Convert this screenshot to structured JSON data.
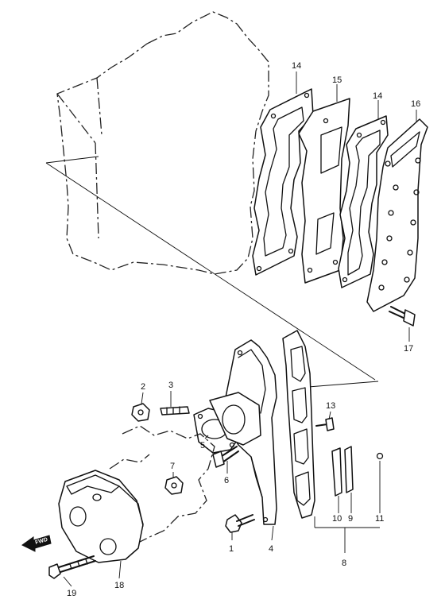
{
  "diagram": {
    "parts": [
      {
        "key": "1",
        "label": "1"
      },
      {
        "key": "2",
        "label": "2"
      },
      {
        "key": "3",
        "label": "3"
      },
      {
        "key": "4",
        "label": "4"
      },
      {
        "key": "5",
        "label": "5"
      },
      {
        "key": "6",
        "label": "6"
      },
      {
        "key": "7",
        "label": "7"
      },
      {
        "key": "8",
        "label": "8"
      },
      {
        "key": "9",
        "label": "9"
      },
      {
        "key": "10",
        "label": "10"
      },
      {
        "key": "11",
        "label": "11"
      },
      {
        "key": "13",
        "label": "13"
      },
      {
        "key": "14a",
        "label": "14"
      },
      {
        "key": "14b",
        "label": "14"
      },
      {
        "key": "15",
        "label": "15"
      },
      {
        "key": "16",
        "label": "16"
      },
      {
        "key": "17",
        "label": "17"
      },
      {
        "key": "18",
        "label": "18"
      },
      {
        "key": "19",
        "label": "19"
      }
    ],
    "fwd_label": "FWD",
    "colors": {
      "ink": "#111111",
      "background": "#ffffff"
    }
  }
}
